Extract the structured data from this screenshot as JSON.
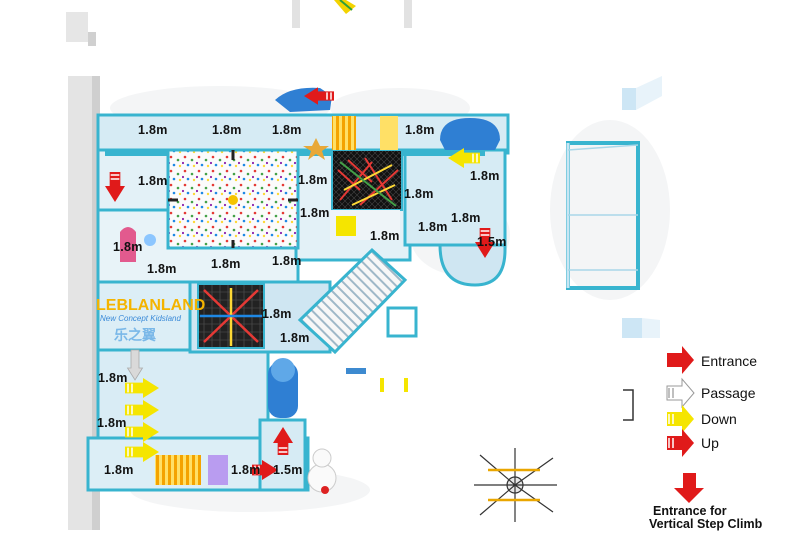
{
  "height_labels": [
    "1.8m",
    "1.5m"
  ],
  "logo": {
    "name": "LEBLANLAND",
    "sub": "New Concept Kidsland",
    "cn": "乐之翼"
  },
  "legend": {
    "entrance": "Entrance",
    "passage": "Passage",
    "down": "Down",
    "up": "Up",
    "vertical_line1": "Entrance for",
    "vertical_line2": "Vertical Step Climb"
  },
  "colors": {
    "frame": "#38b4cf",
    "panel": "#cfe8f3",
    "red": "#e01a1a",
    "yellow": "#f5e500",
    "grey": "#d9d9d9"
  }
}
